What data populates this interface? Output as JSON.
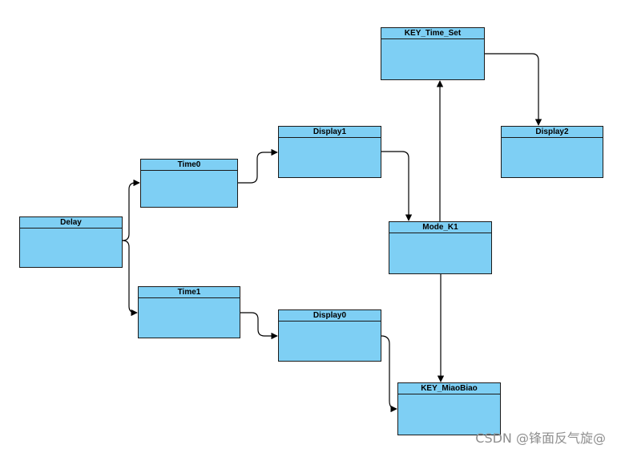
{
  "diagram": {
    "colors": {
      "node_fill": "#7ecff4",
      "node_border": "#1a1a1a",
      "edge": "#000000"
    },
    "nodes": [
      {
        "id": "delay",
        "label": "Delay"
      },
      {
        "id": "time0",
        "label": "Time0"
      },
      {
        "id": "time1",
        "label": "Time1"
      },
      {
        "id": "display1",
        "label": "Display1"
      },
      {
        "id": "display0",
        "label": "Display0"
      },
      {
        "id": "mode_k1",
        "label": "Mode_K1"
      },
      {
        "id": "key_time_set",
        "label": "KEY_Time_Set"
      },
      {
        "id": "display2",
        "label": "Display2"
      },
      {
        "id": "key_miaobiao",
        "label": "KEY_MiaoBiao"
      }
    ],
    "edges": [
      {
        "from": "delay",
        "to": "time0"
      },
      {
        "from": "delay",
        "to": "time1"
      },
      {
        "from": "time0",
        "to": "display1"
      },
      {
        "from": "time1",
        "to": "display0"
      },
      {
        "from": "display1",
        "to": "mode_k1"
      },
      {
        "from": "mode_k1",
        "to": "key_time_set"
      },
      {
        "from": "key_time_set",
        "to": "display2"
      },
      {
        "from": "mode_k1",
        "to": "key_miaobiao"
      },
      {
        "from": "display0",
        "to": "key_miaobiao"
      }
    ]
  },
  "watermark": "CSDN @锋面反气旋@"
}
